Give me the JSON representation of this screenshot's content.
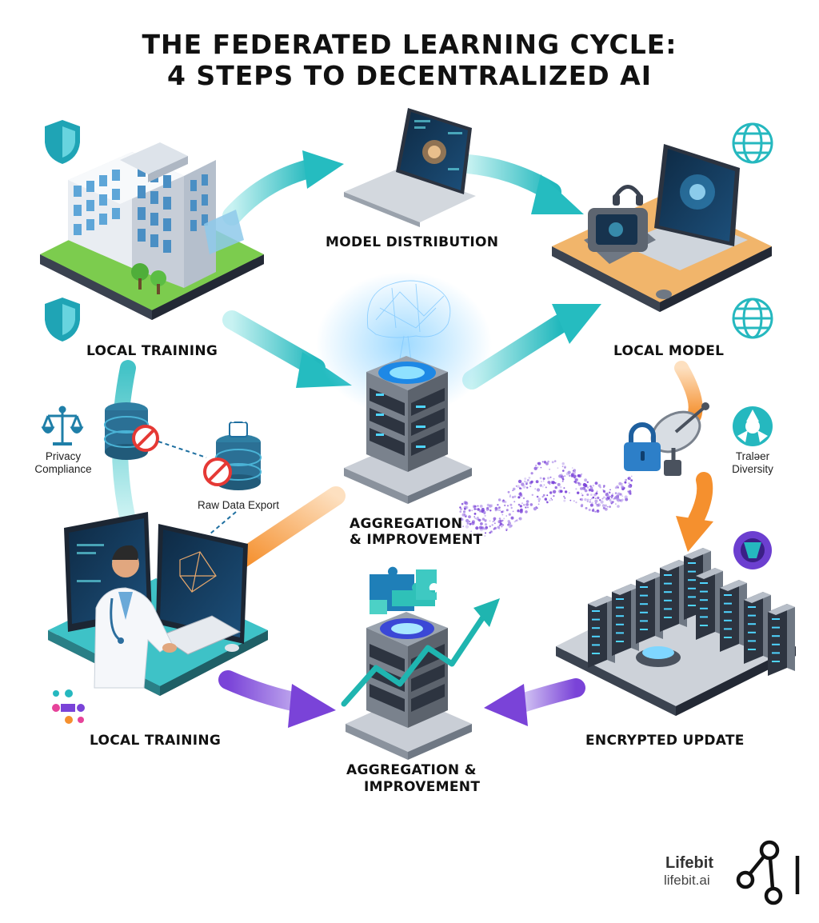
{
  "title": {
    "line1": "THE FEDERATED LEARNING CYCLE:",
    "line2": "4 STEPS TO DECENTRALIZED AI"
  },
  "labels": {
    "model_distribution": "MODEL DISTRIBUTION",
    "local_training_top": "LOCAL TRAINING",
    "local_model": "LOCAL MODEL",
    "aggregation_center_1": "AGGREGATION",
    "aggregation_center_2": "& IMPROVEMENT",
    "local_training_bottom": "LOCAL TRAINING",
    "encrypted_update": "ENCRYPTED UPDATE",
    "aggregation_bottom_1": "AGGREGATION &",
    "aggregation_bottom_2": "IMPROVEMENT",
    "privacy_1": "Privacy",
    "privacy_2": "Compliance",
    "raw_data_export": "Raw Data Export",
    "trader_1": "Traləer",
    "trader_2": "Diversity"
  },
  "brand": {
    "name": "Lifebit",
    "url": "lifebit.ai"
  },
  "colors": {
    "teal": "#2fc1c4",
    "orange": "#f59a3a",
    "purple": "#7a43d8",
    "dark": "#2a2f3a"
  },
  "icons": [
    "shield-icon",
    "globe-icon",
    "scales-icon",
    "database-icon",
    "lock-icon",
    "satellite-dish-icon",
    "puzzle-icon",
    "network-logo-icon"
  ]
}
